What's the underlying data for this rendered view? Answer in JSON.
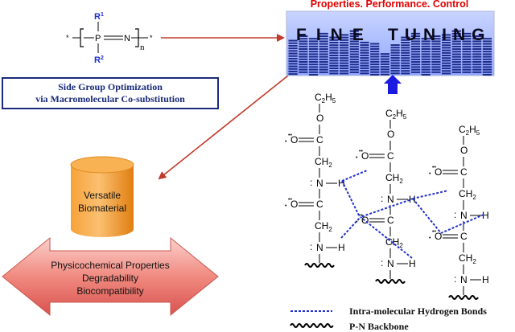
{
  "polymer": {
    "r1": "R",
    "r1_sup": "1",
    "r2": "R",
    "r2_sup": "2",
    "phosphorus": "P",
    "nitrogen": "N",
    "repeat_n": "n",
    "end_star": "*"
  },
  "side_group_box": {
    "line1": "Side Group Optimization",
    "line2": "via  Macromolecular Co-substitution"
  },
  "fine_tuning": {
    "title": "Properties. Performance. Control",
    "word1": "FINE",
    "word2": "TUNING"
  },
  "cylinder": {
    "line1": "Versatile",
    "line2": "Biomaterial"
  },
  "arrow_box": {
    "line1": "Physicochemical Properties",
    "line2": "Degradability",
    "line3": "Biocompatibility"
  },
  "chem": {
    "ethyl": "C",
    "ethyl_h": "H",
    "two": "2",
    "five": "5",
    "o": "O",
    "c": "C",
    "n": "N",
    "h": "H",
    "ch": "CH",
    "lone_pair": ":",
    "dot_pair": "•"
  },
  "legend": {
    "hbond_label": "Intra-molecular Hydrogen Bonds",
    "backbone_label": "P-N  Backbone"
  },
  "colors": {
    "r_group": "#1f2fd0",
    "title_red": "#e00000",
    "arrow_red": "#c0392b",
    "up_arrow_blue": "#1a1ae0",
    "hbond_blue": "#2233cc",
    "cylinder_orange": "#f39a1e",
    "box_border": "#1a2a7a"
  }
}
